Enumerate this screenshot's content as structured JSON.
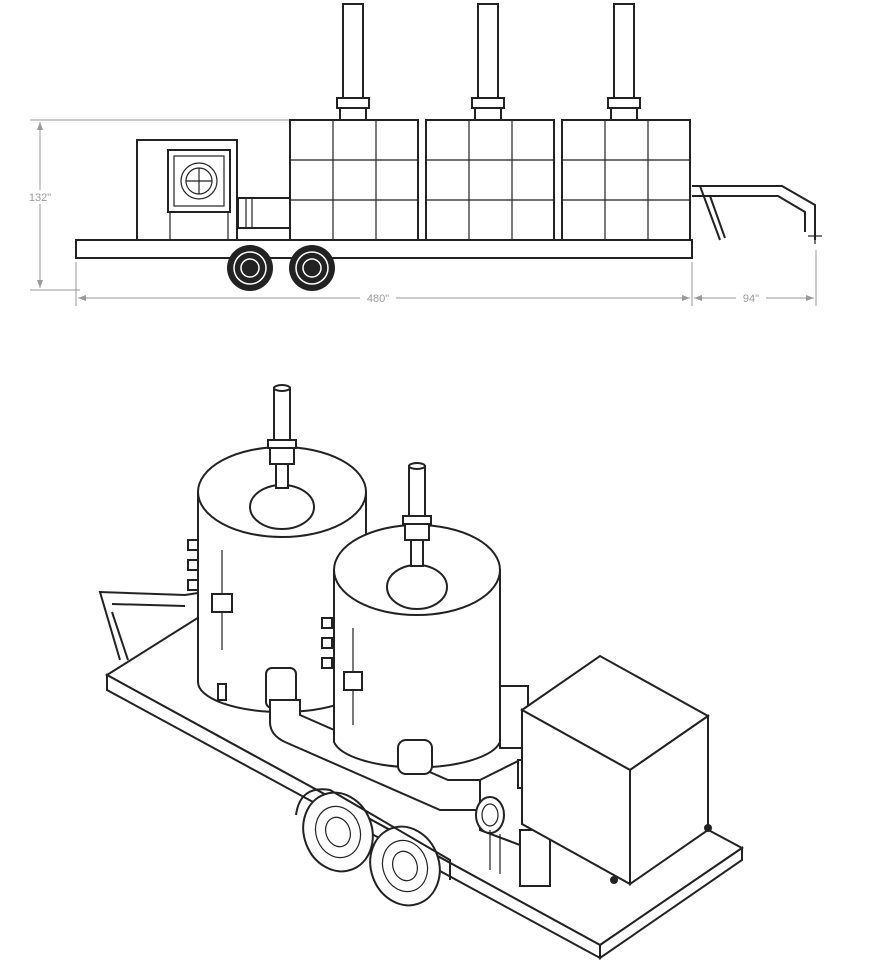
{
  "side_view": {
    "height_dimension": "132\"",
    "length_dimension": "480\"",
    "tongue_dimension": "94\""
  },
  "iso_view": {}
}
